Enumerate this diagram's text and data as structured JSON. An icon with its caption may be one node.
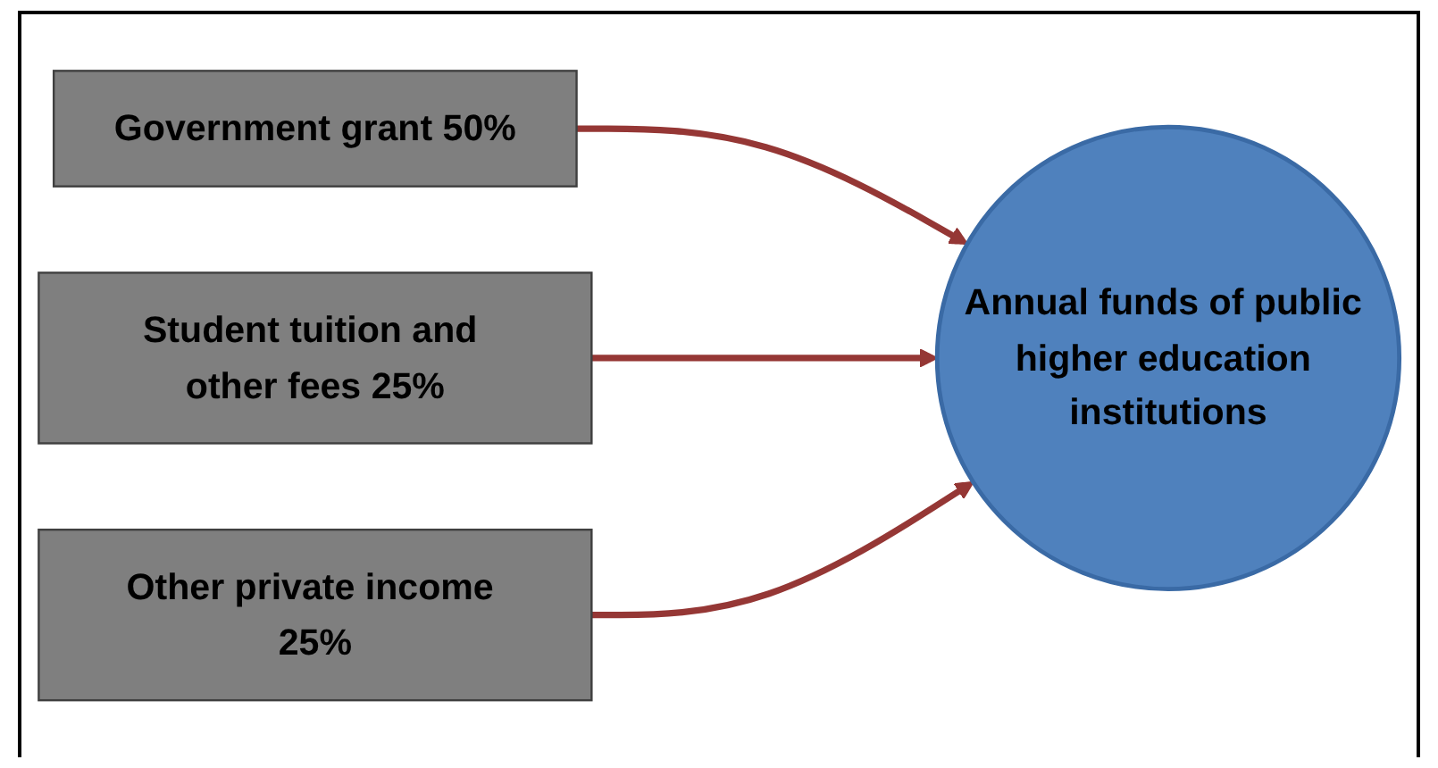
{
  "diagram": {
    "nodes": [
      {
        "text": [
          "Government grant 50%"
        ]
      },
      {
        "text": [
          "Student tuition and other fees 25%"
        ]
      },
      {
        "text": [
          "Other private income 25%"
        ]
      },
      {
        "text": [
          "Annual funds of public higher education institutions"
        ]
      }
    ],
    "edges": [
      {
        "from": 0,
        "to": 3,
        "arrow": "to"
      },
      {
        "from": 1,
        "to": 3,
        "arrow": "to"
      },
      {
        "from": 2,
        "to": 3,
        "arrow": "to"
      }
    ]
  }
}
